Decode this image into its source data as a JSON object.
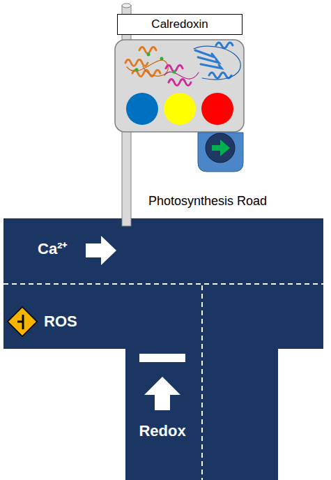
{
  "diagram": {
    "nodes": [
      {
        "text": [
          "Calredoxin"
        ]
      }
    ],
    "labels": [
      "Photosynthesis Road",
      "Ca²⁺",
      "ROS",
      "Redox"
    ]
  }
}
